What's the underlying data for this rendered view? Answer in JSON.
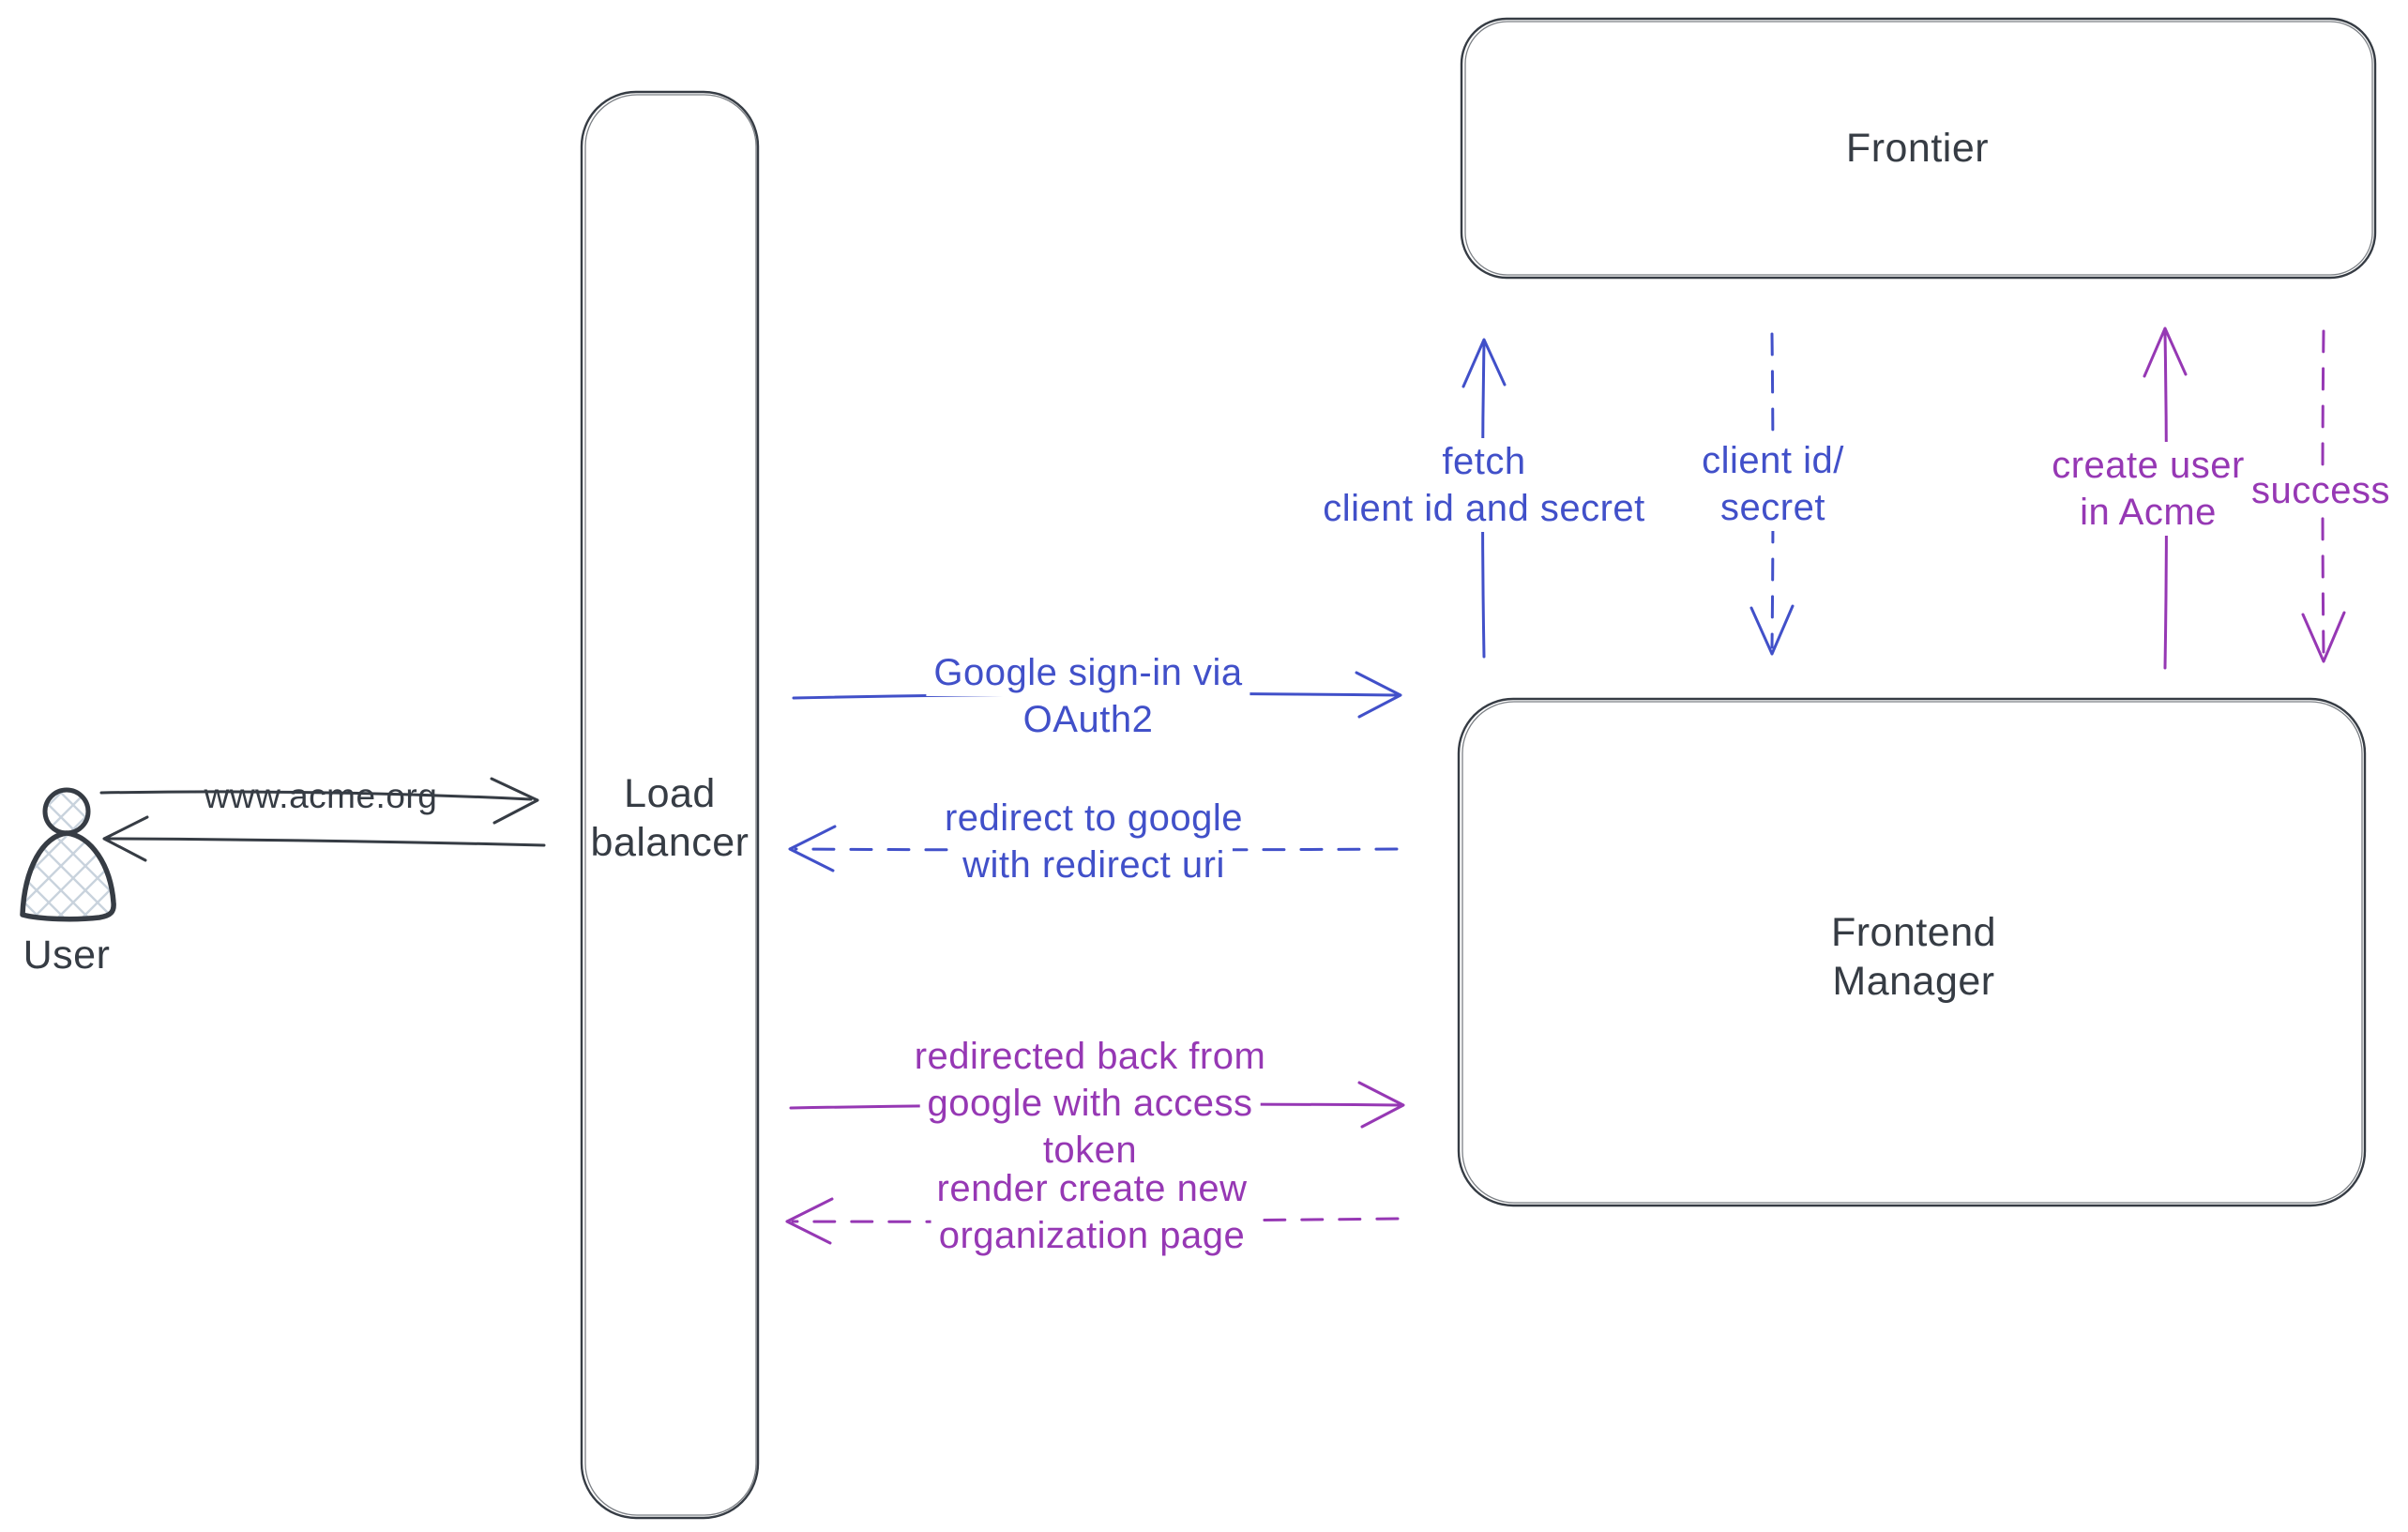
{
  "diagram": {
    "title": "OAuth2 sign-in flow diagram",
    "colors": {
      "ink": "#363c44",
      "blue": "#4150c9",
      "purple": "#9638b4",
      "hatch": "#c9d3dd",
      "background": "#ffffff"
    },
    "nodes": {
      "user": {
        "label": "User"
      },
      "load_balancer": {
        "line1": "Load",
        "line2": "balancer"
      },
      "frontier": {
        "label": "Frontier"
      },
      "frontend_manager": {
        "line1": "Frontend",
        "line2": "Manager"
      }
    },
    "edges": {
      "www_acme": {
        "label": "www.acme.org"
      },
      "google_signin": {
        "line1": "Google sign-in via",
        "line2": "OAuth2"
      },
      "redirect_google": {
        "line1": "redirect to google",
        "line2": "with redirect uri"
      },
      "redirected_back": {
        "line1": "redirected back from",
        "line2": "google with access",
        "line3": "token"
      },
      "render_org_page": {
        "line1": "render create new",
        "line2": "organization page"
      },
      "fetch_client": {
        "line1": "fetch",
        "line2": "client id and secret"
      },
      "client_id_secret": {
        "line1": "client id/",
        "line2": "secret"
      },
      "create_user": {
        "line1": "create user",
        "line2": "in Acme"
      },
      "success": {
        "label": "success"
      }
    }
  }
}
